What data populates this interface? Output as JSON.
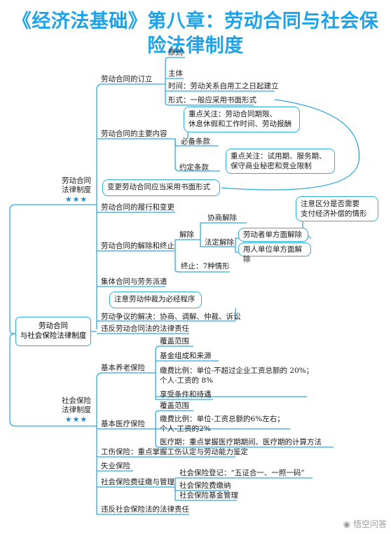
{
  "title": {
    "line1": "《经济法基础》第八章：劳动合同与社会保",
    "line2": "险法律制度"
  },
  "root": {
    "line1": "劳动合同",
    "line2": "与社会保险法律制度"
  },
  "labor": {
    "name_line1": "劳动合同",
    "name_line2": "法律制度",
    "stars": "★★★",
    "conclusion": {
      "label": "劳动合同的订立",
      "items": [
        "原则",
        "主体",
        "时间：劳动关系自用工之日起建立",
        "形式：一般应采用书面形式"
      ]
    },
    "content": {
      "label": "劳动合同的主要内容",
      "focus1": [
        "重点关注：劳动合同期限、",
        "休息休假和工作时间、劳动报酬"
      ],
      "required": "必备条款",
      "focus2": [
        "重点关注：试用期、服务期、",
        "保守商业秘密和竞业限制"
      ],
      "agreed": "约定条款"
    },
    "change_box": "变更劳动合同应当采用书面形式",
    "performance": "劳动合同的履行和变更",
    "termination": {
      "label": "劳动合同的解除和终止",
      "note": [
        "注意区分是否需要",
        "支付经济补偿的情形"
      ],
      "dissolve": "解除",
      "negotiate": "协商解除",
      "statutory": "法定解除",
      "by_worker": "劳动者单方面解除",
      "by_employer": "用人单位单方面解除",
      "end": "终止：7种情形"
    },
    "collective": "集体合同与劳务派遣",
    "arbitration_note": "注意劳动仲裁为必经程序",
    "dispute": "劳动争议的解决：协商、调解、仲裁、诉讼",
    "liability": "违反劳动合同法的法律责任"
  },
  "social": {
    "name_line1": "社会保险",
    "name_line2": "法律制度",
    "stars": "★★★",
    "pension": {
      "label": "基本养老保险",
      "items": [
        "覆盖范围",
        "基金组成和来源"
      ],
      "rate1": "缴费比例：单位-不超过企业工资总额的 20%；",
      "rate2": "个人-工资的 8%",
      "benefit": "享受条件和待遇"
    },
    "medical": {
      "label": "基本医疗保险",
      "scope": "覆盖范围",
      "rate1": "缴费比例：单位-工资总额的6%左右；",
      "rate2": "个人-工资的2%",
      "period": "医疗期：重点掌握医疗期期间、医疗期的计算方法"
    },
    "injury": "工伤保险：重点掌握工伤认定与劳动能力鉴定",
    "unemployment": "失业保险",
    "collection": {
      "label": "社会保险费征缴与管理",
      "items": [
        "社会保险登记：“五证合一、一照一码”",
        "社会保险费缴纳",
        "社会保险基金管理"
      ]
    },
    "liability": "违反社会保险法的法律责任"
  },
  "watermark": "悟空问答",
  "colors": {
    "title": "#1fa3e8",
    "line": "#31a9dd",
    "stars": "#1e88d6"
  }
}
